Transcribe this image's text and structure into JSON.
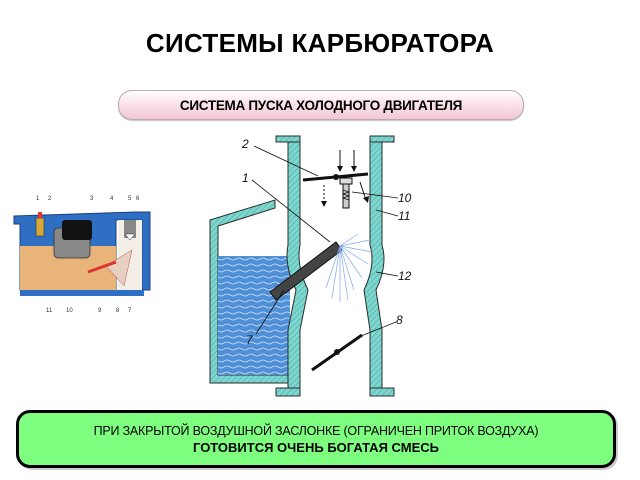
{
  "title": "СИСТЕМЫ КАРБЮРАТОРА",
  "subtitle": "СИСТЕМА ПУСКА ХОЛОДНОГО ДВИГАТЕЛЯ",
  "main_diagram": {
    "labels": [
      "2",
      "1",
      "10",
      "11",
      "12",
      "8",
      "7"
    ]
  },
  "small_diagram": {
    "top_labels": [
      "1",
      "2",
      "3",
      "4",
      "5",
      "6"
    ],
    "bottom_labels": [
      "11",
      "10",
      "9",
      "8",
      "7"
    ]
  },
  "caption": {
    "line1": "ПРИ ЗАКРЫТОЙ ВОЗДУШНОЙ ЗАСЛОНКЕ (ОГРАНИЧЕН ПРИТОК ВОЗДУХА)",
    "line2": "ГОТОВИТСЯ ОЧЕНЬ БОГАТАЯ СМЕСЬ"
  },
  "colors": {
    "housing_fill": "#7fd6cf",
    "fuel_fill": "#4f8fd6",
    "caption_bg": "#7fff7f",
    "pill_bg": "#f3c8d3"
  }
}
